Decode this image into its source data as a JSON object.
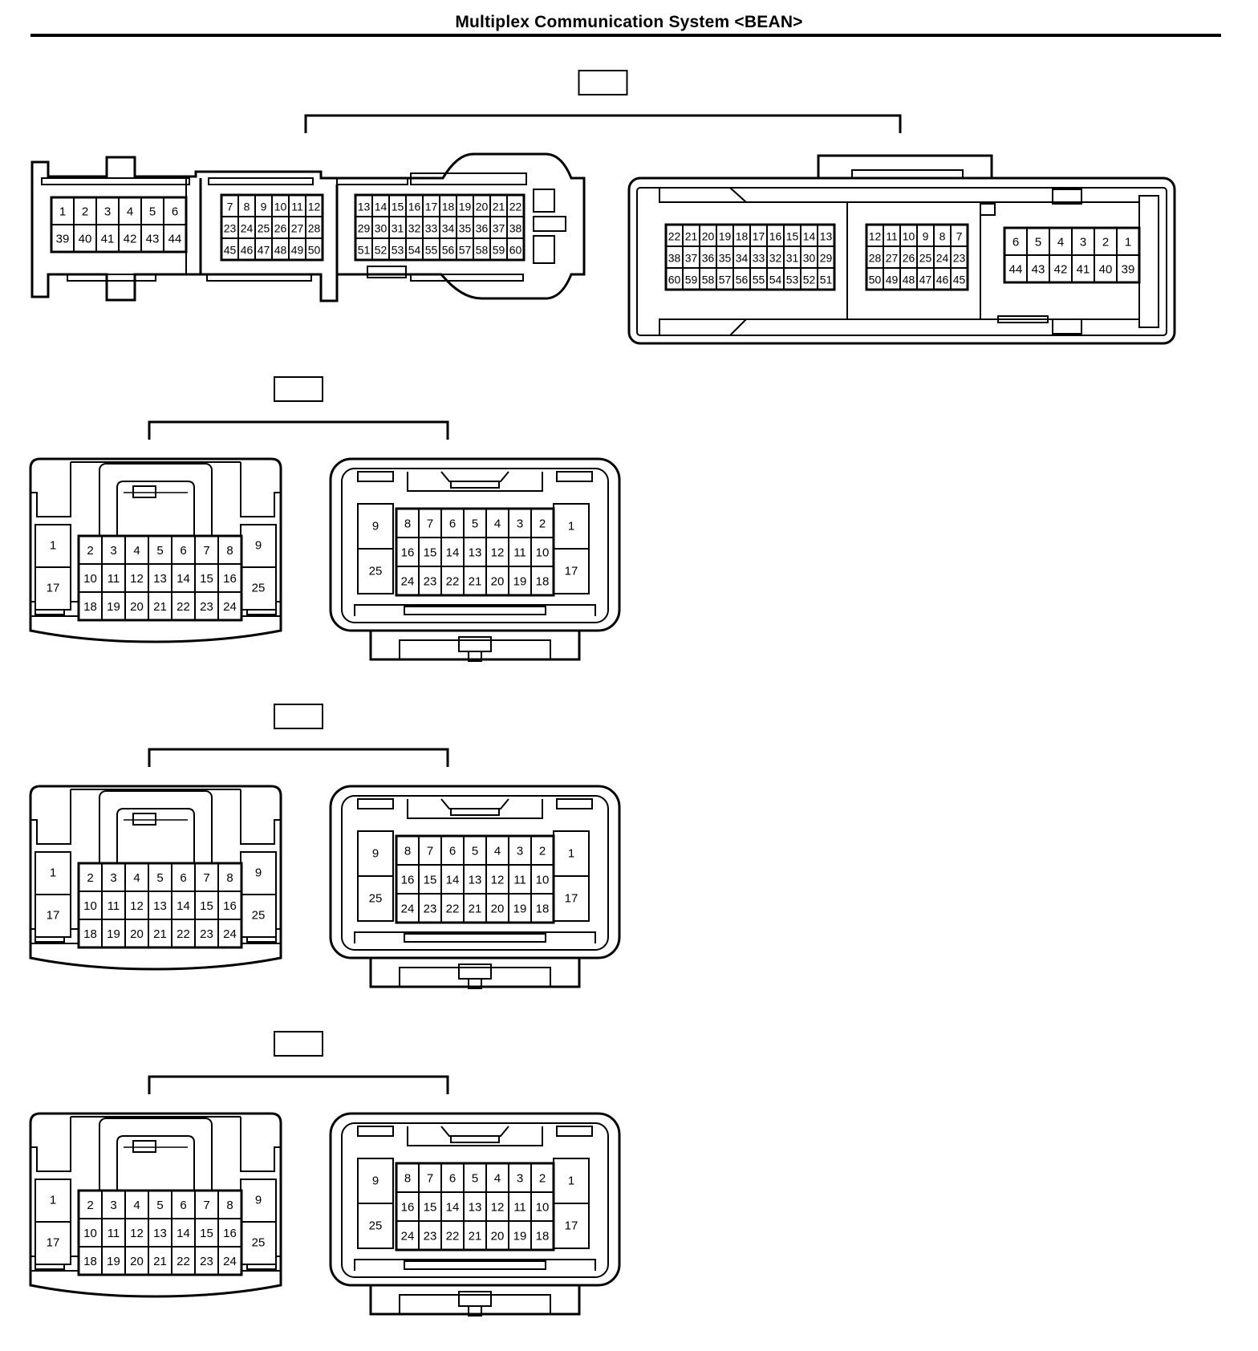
{
  "title": "Multiplex Communication System <BEAN>",
  "connectors": [
    {
      "id": "JQ1",
      "color": "White",
      "left": {
        "blocks": [
          {
            "rows": [
              [
                "1",
                "2",
                "3",
                "4",
                "5",
                "6"
              ],
              [
                "39",
                "40",
                "41",
                "42",
                "43",
                "44"
              ]
            ]
          },
          {
            "rows": [
              [
                "7",
                "8",
                "9",
                "10",
                "11",
                "12"
              ],
              [
                "23",
                "24",
                "25",
                "26",
                "27",
                "28"
              ],
              [
                "45",
                "46",
                "47",
                "48",
                "49",
                "50"
              ]
            ]
          },
          {
            "rows": [
              [
                "13",
                "14",
                "15",
                "16",
                "17",
                "18",
                "19",
                "20",
                "21",
                "22"
              ],
              [
                "29",
                "30",
                "31",
                "32",
                "33",
                "34",
                "35",
                "36",
                "37",
                "38"
              ],
              [
                "51",
                "52",
                "53",
                "54",
                "55",
                "56",
                "57",
                "58",
                "59",
                "60"
              ]
            ]
          }
        ]
      },
      "right": {
        "blocks": [
          {
            "rows": [
              [
                "22",
                "21",
                "20",
                "19",
                "18",
                "17",
                "16",
                "15",
                "14",
                "13"
              ],
              [
                "38",
                "37",
                "36",
                "35",
                "34",
                "33",
                "32",
                "31",
                "30",
                "29"
              ],
              [
                "60",
                "59",
                "58",
                "57",
                "56",
                "55",
                "54",
                "53",
                "52",
                "51"
              ]
            ]
          },
          {
            "rows": [
              [
                "12",
                "11",
                "10",
                "9",
                "8",
                "7"
              ],
              [
                "28",
                "27",
                "26",
                "25",
                "24",
                "23"
              ],
              [
                "50",
                "49",
                "48",
                "47",
                "46",
                "45"
              ]
            ]
          },
          {
            "rows": [
              [
                "6",
                "5",
                "4",
                "3",
                "2",
                "1"
              ],
              [
                "44",
                "43",
                "42",
                "41",
                "40",
                "39"
              ]
            ]
          }
        ]
      }
    },
    {
      "id": "JR2",
      "color": "White",
      "left": {
        "side": [
          [
            "1",
            "17"
          ],
          [
            "9",
            "25"
          ]
        ],
        "rows": [
          [
            "2",
            "3",
            "4",
            "5",
            "6",
            "7",
            "8"
          ],
          [
            "10",
            "11",
            "12",
            "13",
            "14",
            "15",
            "16"
          ],
          [
            "18",
            "19",
            "20",
            "21",
            "22",
            "23",
            "24"
          ]
        ]
      },
      "right": {
        "side": [
          [
            "9",
            "25"
          ],
          [
            "1",
            "17"
          ]
        ],
        "rows": [
          [
            "8",
            "7",
            "6",
            "5",
            "4",
            "3",
            "2"
          ],
          [
            "16",
            "15",
            "14",
            "13",
            "12",
            "11",
            "10"
          ],
          [
            "24",
            "23",
            "22",
            "21",
            "20",
            "19",
            "18"
          ]
        ]
      }
    },
    {
      "id": "LP1",
      "color": "White",
      "left": {
        "side": [
          [
            "1",
            "17"
          ],
          [
            "9",
            "25"
          ]
        ],
        "rows": [
          [
            "2",
            "3",
            "4",
            "5",
            "6",
            "7",
            "8"
          ],
          [
            "10",
            "11",
            "12",
            "13",
            "14",
            "15",
            "16"
          ],
          [
            "18",
            "19",
            "20",
            "21",
            "22",
            "23",
            "24"
          ]
        ]
      },
      "right": {
        "side": [
          [
            "9",
            "25"
          ],
          [
            "1",
            "17"
          ]
        ],
        "rows": [
          [
            "8",
            "7",
            "6",
            "5",
            "4",
            "3",
            "2"
          ],
          [
            "16",
            "15",
            "14",
            "13",
            "12",
            "11",
            "10"
          ],
          [
            "24",
            "23",
            "22",
            "21",
            "20",
            "19",
            "18"
          ]
        ]
      }
    },
    {
      "id": "MQ1",
      "color": "White",
      "left": {
        "side": [
          [
            "1",
            "17"
          ],
          [
            "9",
            "25"
          ]
        ],
        "rows": [
          [
            "2",
            "3",
            "4",
            "5",
            "6",
            "7",
            "8"
          ],
          [
            "10",
            "11",
            "12",
            "13",
            "14",
            "15",
            "16"
          ],
          [
            "18",
            "19",
            "20",
            "21",
            "22",
            "23",
            "24"
          ]
        ]
      },
      "right": {
        "side": [
          [
            "9",
            "25"
          ],
          [
            "1",
            "17"
          ]
        ],
        "rows": [
          [
            "8",
            "7",
            "6",
            "5",
            "4",
            "3",
            "2"
          ],
          [
            "16",
            "15",
            "14",
            "13",
            "12",
            "11",
            "10"
          ],
          [
            "24",
            "23",
            "22",
            "21",
            "20",
            "19",
            "18"
          ]
        ]
      }
    }
  ]
}
